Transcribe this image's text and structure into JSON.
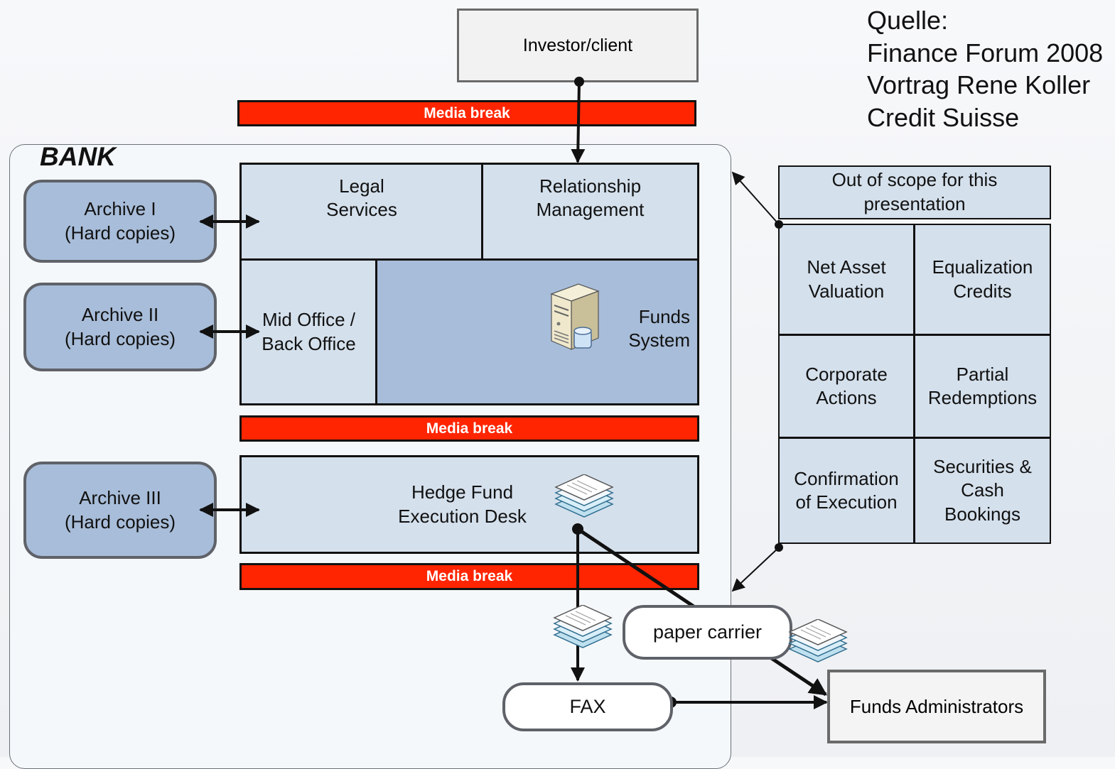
{
  "source": {
    "lines": "Quelle:\nFinance Forum 2008\nVortrag Rene Koller\nCredit Suisse"
  },
  "investor": {
    "label": "Investor/client"
  },
  "media_break": {
    "label": "Media break"
  },
  "bank": {
    "label": "BANK"
  },
  "archives": [
    {
      "label": "Archive I\n(Hard copies)"
    },
    {
      "label": "Archive II\n(Hard copies)"
    },
    {
      "label": "Archive III\n(Hard copies)"
    }
  ],
  "bank_units": {
    "legal": "Legal\nServices",
    "relationship": "Relationship\nManagement",
    "mid_back": "Mid Office /\nBack Office",
    "funds_system": "Funds\nSystem",
    "execution_desk": "Hedge Fund\nExecution Desk"
  },
  "scope": {
    "title": "Out of scope for this\npresentation",
    "cells": [
      "Net Asset\nValuation",
      "Equalization\nCredits",
      "Corporate\nActions",
      "Partial\nRedemptions",
      "Confirmation\nof Execution",
      "Securities &\nCash\nBookings"
    ]
  },
  "paper_carrier": {
    "label": "paper carrier"
  },
  "fax": {
    "label": "FAX"
  },
  "funds_admin": {
    "label": "Funds Administrators"
  },
  "colors": {
    "media_break": "#ff2500",
    "panel_light": "#d4e0ec",
    "panel_dark": "#a8bdd9",
    "border": "#111111"
  },
  "icons": [
    "server-icon",
    "documents-icon"
  ]
}
